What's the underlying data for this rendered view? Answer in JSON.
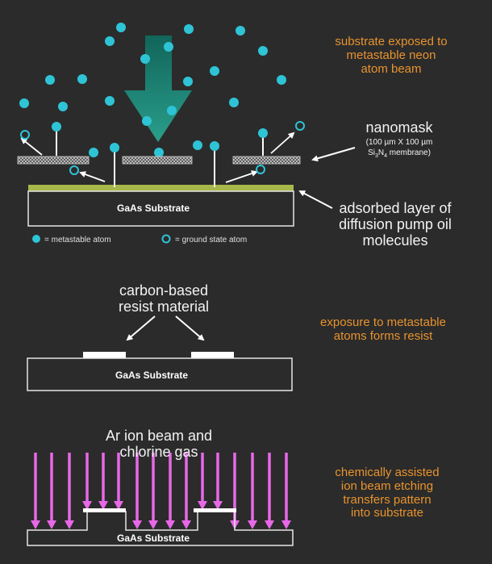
{
  "panel1": {
    "caption": [
      "substrate exposed to",
      "metastable neon",
      "atom beam"
    ],
    "nanomask_label": "nanomask",
    "nanomask_detail": [
      "(100 µm X 100 µm",
      "Si3N4 membrane)"
    ],
    "oil_label": [
      "adsorbed layer of",
      "diffusion pump oil",
      "molecules"
    ],
    "substrate_label": "GaAs Substrate",
    "legend": {
      "metastable": "= metastable atom",
      "ground": "= ground state atom"
    }
  },
  "panel2": {
    "resist_label": [
      "carbon-based",
      "resist material"
    ],
    "caption": [
      "exposure to metastable",
      "atoms forms resist"
    ],
    "substrate_label": "GaAs Substrate"
  },
  "panel3": {
    "beam_label": [
      "Ar ion beam and",
      "chlorine gas"
    ],
    "caption": [
      "chemically assisted",
      "ion beam etching",
      "transfers pattern",
      "into substrate"
    ],
    "substrate_label": "GaAs Substrate"
  },
  "colors": {
    "background": "#2b2b2b",
    "caption_orange": "#e8932e",
    "atom_cyan": "#2ec4d6",
    "oil_layer": "#a8b84a",
    "ion_arrow": "#e868e8",
    "beam_arrow": "#1e8a7a"
  }
}
